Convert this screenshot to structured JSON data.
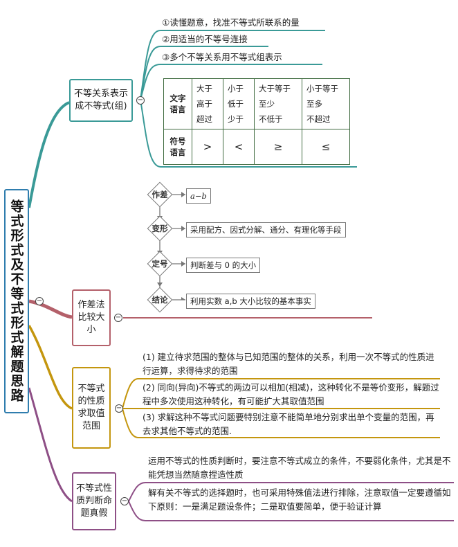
{
  "root": {
    "title": "等式形式及不等式形式解题思路"
  },
  "branch1": {
    "title": "不等关系表示成不等式(组)",
    "steps": [
      "①读懂题意，找准不等式所联系的量",
      "②用适当的不等号连接",
      "③多个不等关系用不等式组表示"
    ],
    "table": {
      "row1_header": "文字语言",
      "row2_header": "符号语言",
      "words": [
        [
          "大于",
          "高于",
          "超过"
        ],
        [
          "小于",
          "低于",
          "少于"
        ],
        [
          "大于等于",
          "至少",
          "不低于"
        ],
        [
          "小于等于",
          "至多",
          "不超过"
        ]
      ],
      "symbols": [
        ">",
        "<",
        "≥",
        "≤"
      ]
    }
  },
  "branch2": {
    "title": "作差法比较大小",
    "steps": [
      {
        "label": "作差",
        "text": "a−b"
      },
      {
        "label": "变形",
        "text": "采用配方、因式分解、通分、有理化等手段"
      },
      {
        "label": "定号",
        "text": "判断差与 0 的大小"
      },
      {
        "label": "结论",
        "text": "利用实数 a,b 大小比较的基本事实"
      }
    ]
  },
  "branch3": {
    "title": "不等式的性质求取值范围",
    "items": [
      "(1) 建立待求范围的整体与已知范围的整体的关系，利用一次不等式的性质进行运算，求得待求的范围",
      "(2) 同向(异向)不等式的两边可以相加(相减)，这种转化不是等价变形，解题过程中多次使用这种转化，有可能扩大其取值范围",
      "(3) 求解这种不等式问题要特别注意不能简单地分别求出单个变量的范围，再去求其他不等式的范围."
    ]
  },
  "branch4": {
    "title": "不等式性质判断命题真假",
    "items": [
      "运用不等式的性质判断时，要注意不等式成立的条件，不要弱化条件，尤其是不能凭想当然随意捏造性质",
      "解有关不等式的选择题时，也可采用特殊值法进行排除，注意取值一定要遵循如下原则：一是满足题设条件；二是取值要简单，便于验证计算"
    ]
  },
  "collapse_symbol": "−",
  "colors": {
    "root": "#2f7dae",
    "teal": "#3a9a97",
    "rose": "#b4606a",
    "gold": "#c4960e",
    "purple": "#8e4f86",
    "table_border": "#3f6b3f"
  }
}
